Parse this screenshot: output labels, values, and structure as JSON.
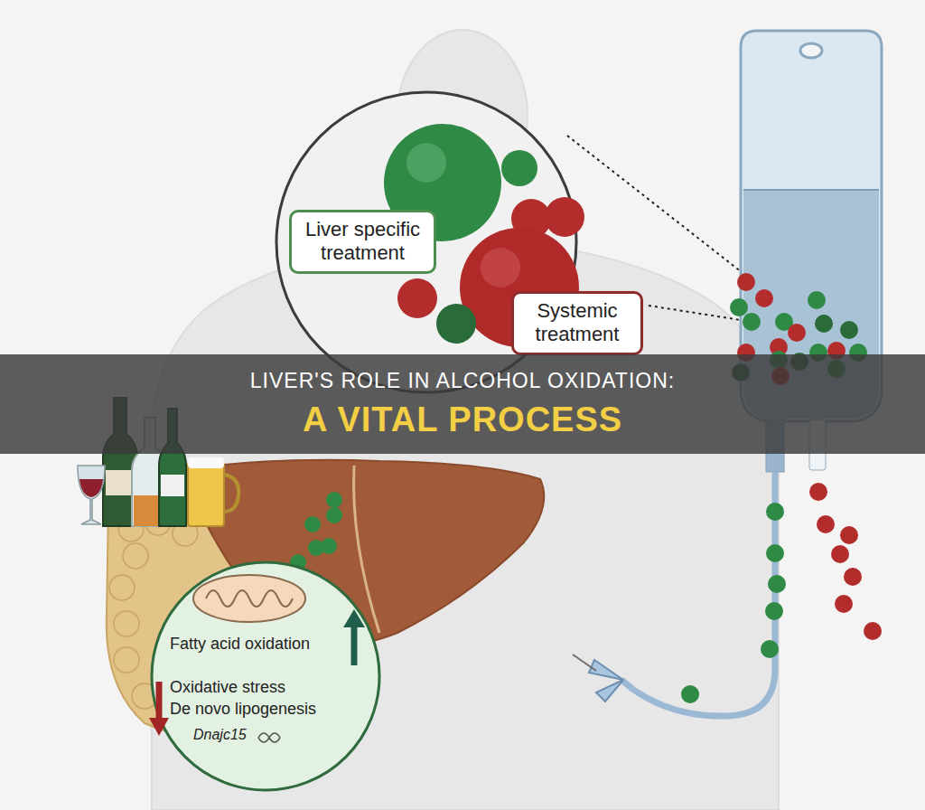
{
  "diagram": {
    "nodes": [
      {
        "text": [
          "Liver specific treatment"
        ]
      },
      {
        "text": [
          "Systemic treatment"
        ]
      },
      {
        "text": [
          "LIVER'S ROLE IN ALCOHOL OXIDATION:",
          "A VITAL PROCESS"
        ]
      },
      {
        "text": [
          "Fatty acid oxidation",
          "Oxidative stress",
          "De novo lipogenesis",
          "Dnajc15"
        ]
      }
    ]
  }
}
